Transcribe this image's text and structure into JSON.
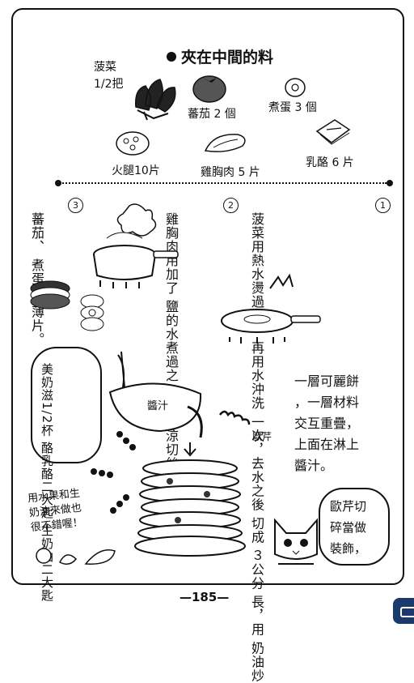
{
  "title": "夾在中間的料",
  "ingredients": {
    "spinach": "菠菜",
    "spinach_qty": "1/2把",
    "tomato": "蕃茄 2 個",
    "egg": "煮蛋 3 個",
    "ham": "火腿10片",
    "chicken": "雞胸肉 5 片",
    "cheese": "乳酪 6 片"
  },
  "steps": [
    {
      "num": "1",
      "lines": [
        "菠菜用熱水燙過",
        "後，再用水沖洗",
        "一次，去水之後",
        "切成",
        "３公分",
        "長，用",
        "奶油炒"
      ]
    },
    {
      "num": "2",
      "lines": [
        "雞胸肉用加了",
        "鹽的水煮過之",
        "後，放涼切絲",
        "。"
      ]
    },
    {
      "num": "3",
      "lines": [
        "蕃茄、",
        "煮蛋切",
        "薄片。"
      ]
    }
  ],
  "sauce": {
    "lines": [
      "美奶滋1/2杯",
      "酪乳酪二大匙",
      "生奶油二大匙"
    ],
    "jar_label": "醬汁",
    "parsley_label": "歐芹"
  },
  "assembly_text": "一層可麗餅\n，一層材料\n交互重疊，\n上面在淋上\n醬汁。",
  "fruit_tip": "用水果和生\n奶油來做也\n很不錯喔！",
  "cat_tip": "歐芹切\n碎當做\n裝飾，",
  "page_number": "—185—",
  "icons": [
    "bullet-dot-icon",
    "spinach-icon",
    "tomato-icon",
    "egg-icon",
    "ham-icon",
    "chicken-icon",
    "cheese-icon",
    "pot-icon",
    "pan-icon",
    "tomato-slice-icon",
    "egg-slice-icon",
    "sauce-bowl-icon",
    "parsley-icon",
    "crepe-stack-icon",
    "cat-icon",
    "fruit-icon",
    "nav-tab-icon"
  ]
}
